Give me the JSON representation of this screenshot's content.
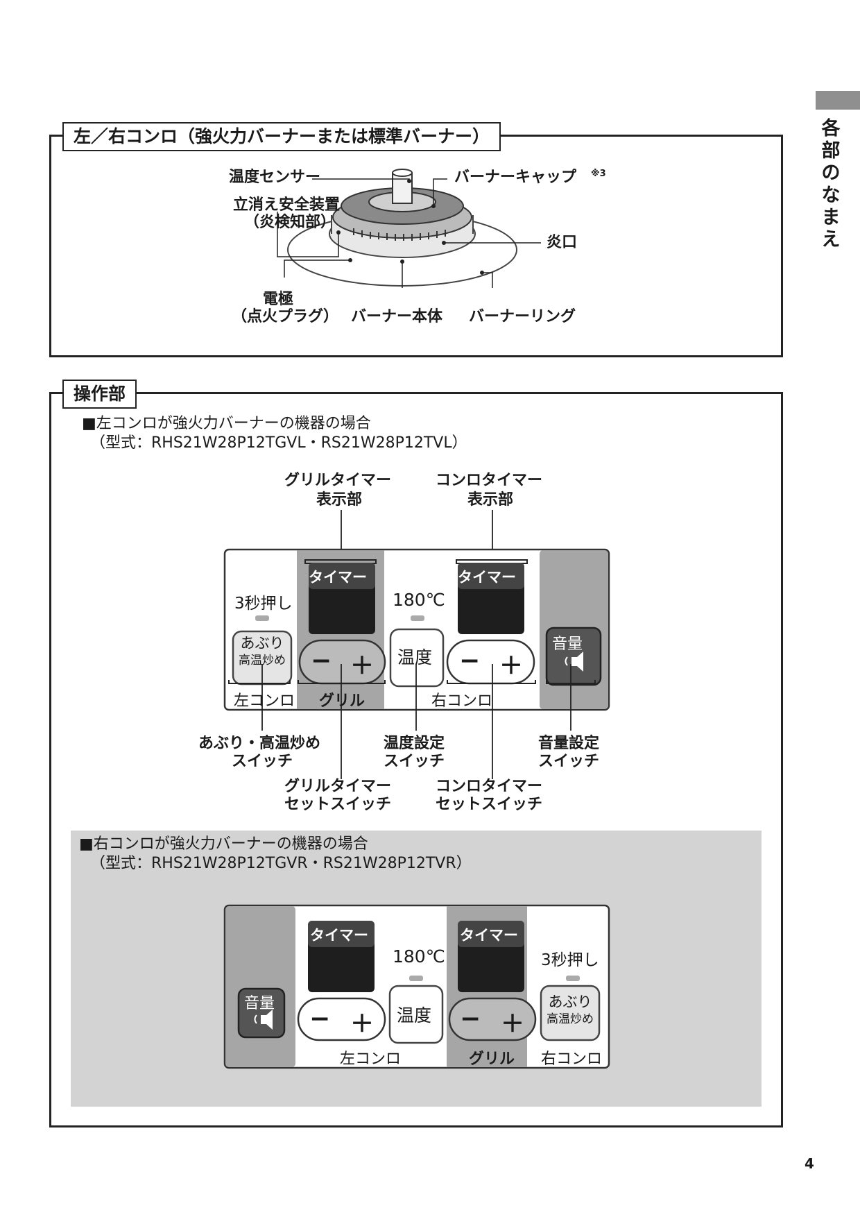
{
  "side_title": "各部のなまえ",
  "page_number": "4",
  "burner_section": {
    "title": "左／右コンロ（強火力バーナーまたは標準バーナー）",
    "labels": {
      "temp_sensor": "温度センサー",
      "burner_cap": "バーナーキャップ",
      "cap_note": "※3",
      "safety_device": "立消え安全装置",
      "safety_sub": "（炎検知部）",
      "flame_port": "炎口",
      "electrode": "電極",
      "electrode_sub": "（点火プラグ）",
      "burner_body": "バーナー本体",
      "burner_ring": "バーナーリング"
    }
  },
  "control_section": {
    "title": "操作部",
    "left_model": {
      "heading": "■左コンロが強火力バーナーの機器の場合",
      "model": "（型式：RHS21W28P12TGVL・RS21W28P12TVL）"
    },
    "right_model": {
      "heading": "■右コンロが強火力バーナーの機器の場合",
      "model": "（型式：RHS21W28P12TGVR・RS21W28P12TVR）"
    },
    "panel": {
      "timer": "タイマー",
      "press3": "3秒押し",
      "temp_value": "180℃",
      "aburi": "あぶり",
      "koon": "高温炒め",
      "minus": "−",
      "plus": "＋",
      "ondo": "温度",
      "onryo": "音量",
      "left_konro": "左コンロ",
      "grill": "グリル",
      "right_konro": "右コンロ"
    },
    "callouts": {
      "grill_timer_display_1": "グリルタイマー",
      "grill_timer_display_2": "表示部",
      "konro_timer_display_1": "コンロタイマー",
      "konro_timer_display_2": "表示部",
      "aburi_switch_1": "あぶり・高温炒め",
      "aburi_switch_2": "スイッチ",
      "temp_switch_1": "温度設定",
      "temp_switch_2": "スイッチ",
      "volume_switch_1": "音量設定",
      "volume_switch_2": "スイッチ",
      "grill_timer_set_1": "グリルタイマー",
      "grill_timer_set_2": "セットスイッチ",
      "konro_timer_set_1": "コンロタイマー",
      "konro_timer_set_2": "セットスイッチ"
    }
  }
}
